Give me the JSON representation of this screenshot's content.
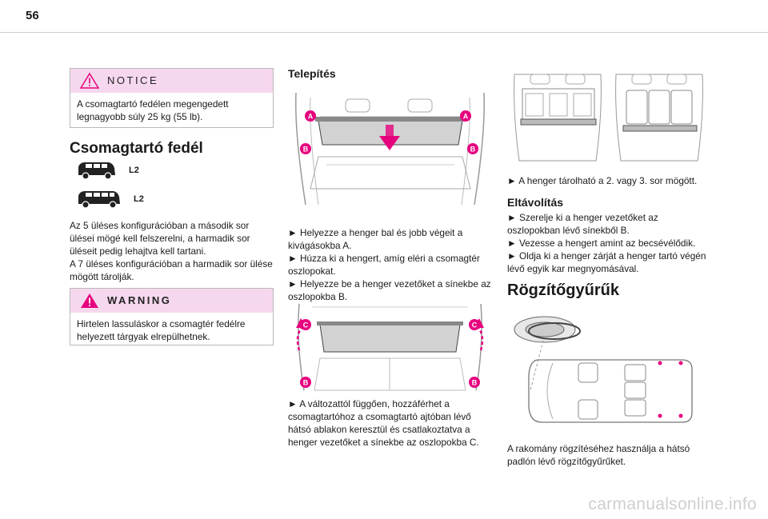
{
  "page_number": "56",
  "notice": {
    "title": "NOTICE",
    "lines": [
      "A csomagtartó fedélen megengedett",
      "legnagyobb súly 25 kg (55 lb)."
    ]
  },
  "section_title": "Csomagtartó fedél",
  "vehicles": [
    {
      "label": "L2",
      "icon": "van-short-icon"
    },
    {
      "label": "L2",
      "icon": "van-long-icon"
    }
  ],
  "intro_lines": [
    "Az 5 üléses konfigurációban a második sor",
    "ülései mögé kell felszerelni, a harmadik sor",
    "üléseit pedig lehajtva kell tartani.",
    "A 7 üléses konfigurációban a harmadik sor ülése",
    "mögött tárolják."
  ],
  "warning": {
    "title": "WARNING",
    "lines": [
      "Hirtelen lassuláskor a csomagtér fedélre",
      "helyezett tárgyak elrepülhetnek."
    ]
  },
  "installation": {
    "title": "Telepítés",
    "labels": {
      "a": "A",
      "b": "B",
      "c": "C"
    },
    "steps1": [
      "► Helyezze a henger bal és jobb végeit a",
      "kivágásokba A.",
      "► Húzza ki a hengert, amíg eléri a csomagtér",
      "oszlopokat.",
      "► Helyezze be a henger vezetőket a sínekbe az",
      "oszlopokba B."
    ],
    "steps2": [
      "► A változattól függően, hozzáférhet a",
      "csomagtartóhoz a csomagtartó ajtóban lévő",
      "hátsó ablakon keresztül és csatlakoztatva a",
      "henger vezetőket a sínekbe az oszlopokba C."
    ]
  },
  "storage_note": "► A henger tárolható a 2. vagy 3. sor mögött.",
  "removal": {
    "title": "Eltávolítás",
    "lines": [
      "► Szerelje ki a henger vezetőket az",
      "oszlopokban lévő sínekből B.",
      "► Vezesse a hengert amint az becsévélődik.",
      "► Oldja ki a henger zárját a henger tartó végén",
      "lévő egyik kar megnyomásával."
    ]
  },
  "anchor": {
    "title": "Rögzítőgyűrűk",
    "lines": [
      "A rakomány rögzítéséhez használja a hátsó",
      "padlón lévő rögzítőgyűrűket."
    ]
  },
  "watermark": "carmanualsonline.info",
  "colors": {
    "accent": "#e6007e",
    "notice_bg": "#f6d8ee"
  }
}
